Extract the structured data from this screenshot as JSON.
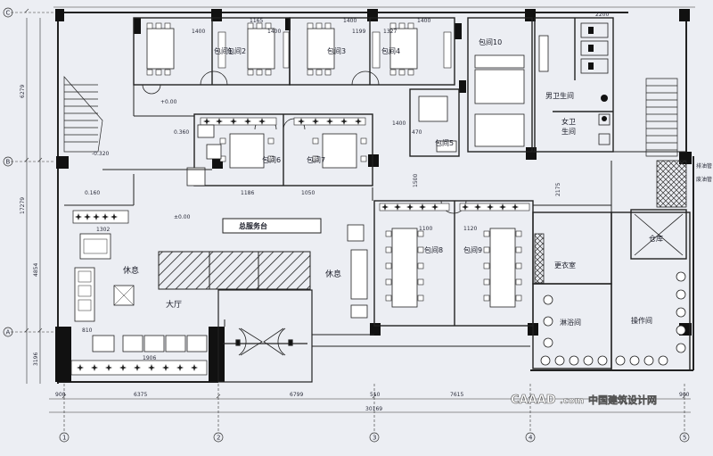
{
  "rooms": {
    "private1": "包间1",
    "private2": "包间2",
    "private3": "包间3",
    "private4": "包间4",
    "private5": "包间5",
    "private6": "包间6",
    "private7": "包间7",
    "private8": "包间8",
    "private9": "包间9",
    "private10": "包间10",
    "mens_restroom": "男卫生间",
    "womens_restroom_a": "女卫",
    "womens_restroom_b": "生间",
    "service_desk": "总服务台",
    "lounge_left": "休息",
    "lounge_right": "休息",
    "hall": "大厅",
    "locker_room": "更衣室",
    "shower_room": "淋浴间",
    "storage": "仓库",
    "operation_room": "操作间"
  },
  "dimensions": {
    "top_row": [
      "1400",
      "1165",
      "1400",
      "1199",
      "1400",
      "1327",
      "1400"
    ],
    "bottom_row": [
      "900",
      "6375",
      "6799",
      "510",
      "7615",
      "900"
    ],
    "total_width": "30169",
    "left_column": [
      "6279",
      "17279",
      "4854",
      "3196"
    ],
    "levels": [
      "±0.00",
      "0.160",
      "0.360",
      "-0.320",
      "+0.00"
    ],
    "misc": [
      "1302",
      "1906",
      "810",
      "1186",
      "1100",
      "1120",
      "1400",
      "1500",
      "2175",
      "470",
      "1050",
      "2200"
    ]
  },
  "axes": {
    "rows": [
      "C",
      "B",
      "A"
    ],
    "columns": [
      "1",
      "2",
      "3",
      "4",
      "5"
    ]
  },
  "side_labels": [
    "排油管",
    "废油管"
  ],
  "watermark": {
    "site": "CAAAD",
    "domain": ".com",
    "name": "中国建筑设计网"
  }
}
